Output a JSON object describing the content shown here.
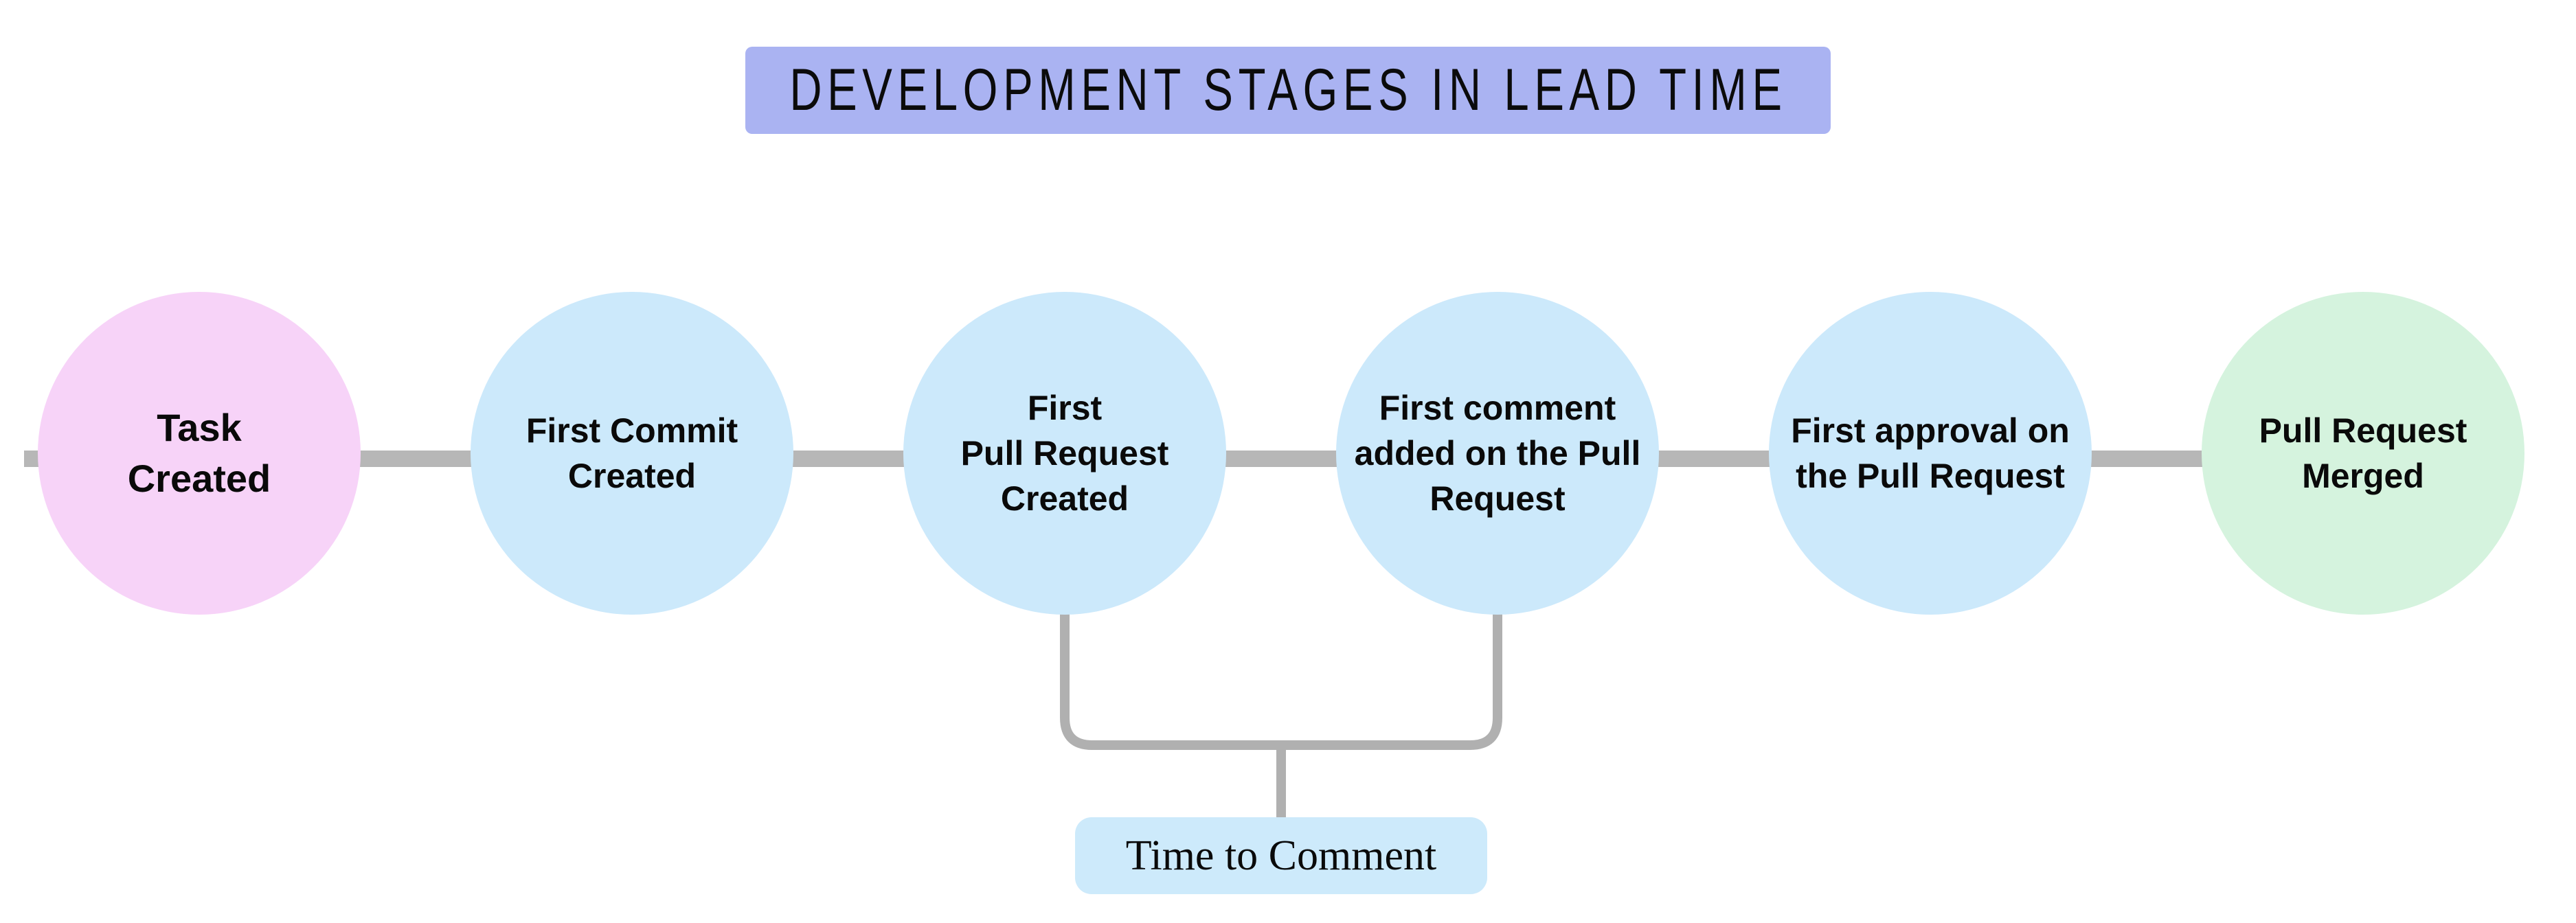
{
  "title": {
    "label": "DEVELOPMENT STAGES IN LEAD TIME",
    "background": "#aab3f2"
  },
  "stages": [
    {
      "id": "task-created",
      "label": "Task\nCreated",
      "color": "#f7d3f8"
    },
    {
      "id": "first-commit-created",
      "label": "First Commit\nCreated",
      "color": "#cce9fb"
    },
    {
      "id": "first-pull-request-created",
      "label": "First\nPull Request\nCreated",
      "color": "#cce9fb"
    },
    {
      "id": "first-comment-added",
      "label": "First comment\nadded on the Pull\nRequest",
      "color": "#cce9fb"
    },
    {
      "id": "first-approval",
      "label": "First approval on\nthe Pull Request",
      "color": "#cce9fb"
    },
    {
      "id": "pull-request-merged",
      "label": "Pull Request\nMerged",
      "color": "#d5f3de"
    }
  ],
  "annotation": {
    "label": "Time to Comment",
    "background": "#cdeafb",
    "from_stage": "first-pull-request-created",
    "to_stage": "first-comment-added"
  },
  "connector_color": "#b7b7b7",
  "bracket_color": "#b0b0b0"
}
